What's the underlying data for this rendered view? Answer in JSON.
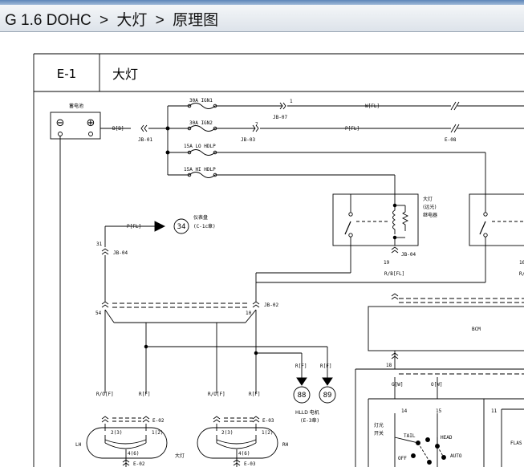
{
  "breadcrumb": {
    "model": "G 1.6 DOHC",
    "separator": ">",
    "section": "大灯",
    "page": "原理图"
  },
  "diagram": {
    "code": "E-1",
    "title": "大灯",
    "battery_label": "蓄电池",
    "minus_symbol": "⊖",
    "plus_symbol": "⊕",
    "battery_wire": "B[B]",
    "jb01": "JB-01",
    "fuse1": "30A IGN1",
    "fuse2": "30A IGN2",
    "fuse3": "15A LO HDLP",
    "fuse4": "15A HI HDLP",
    "pin1": "1",
    "jb07": "JB-07",
    "wire_wfl": "W[FL]",
    "pin7": "7",
    "jb03": "JB-03",
    "wire_pfl": "P[FL]",
    "e08": "E-08",
    "relay_l1": "大灯",
    "relay_l2": "(远光)",
    "relay_l3": "继电器",
    "pin19": "19",
    "jb04": "JB-04",
    "wire_rbfl": "R/B[FL]",
    "pin16": "16",
    "wire_rfrag": "R/",
    "ref34": "34",
    "ref34_l1": "仪表盘",
    "ref34_l2": "(C-1c章)",
    "pin31": "31",
    "pin54": "54",
    "pin10": "10",
    "jb02": "JB-02",
    "bcm": "BCM",
    "pin18": "18",
    "wire_gw": "G[W]",
    "wire_ow": "O[W]",
    "pin14": "14",
    "pin15": "15",
    "pin11": "11",
    "wire_rof": "R/O[F]",
    "wire_rf": "R[F]",
    "ref88": "88",
    "ref89": "89",
    "ref_l1": "HLLD 电机",
    "ref_l2": "(E-3章)",
    "e02": "E-02",
    "e03": "E-03",
    "lh": "LH",
    "rh": "RH",
    "pin2_3": "2(3)",
    "pin1_2": "1(2)",
    "pin4_6": "4(6)",
    "headlamp": "大灯",
    "sw_l1": "灯光",
    "sw_l2": "开关",
    "tail": "TAIL",
    "head": "HEAD",
    "off": "OFF",
    "auto": "AUTO",
    "flash": "FLAS"
  }
}
